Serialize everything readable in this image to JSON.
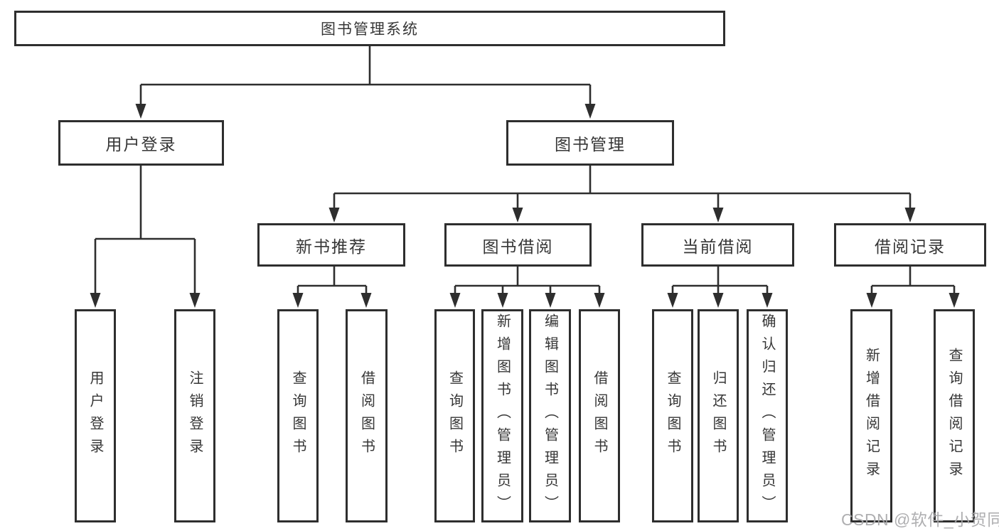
{
  "diagram_title": "图书管理系统",
  "nodes": {
    "root": "图书管理系统",
    "user_login": "用户登录",
    "book_mgmt": "图书管理",
    "new_book_recommend": "新书推荐",
    "book_borrow": "图书借阅",
    "current_borrow": "当前借阅",
    "borrow_records": "借阅记录",
    "ul_user_login": "用户登录",
    "ul_logout": "注销登录",
    "nb_query_books": "查询图书",
    "nb_borrow_books": "借阅图书",
    "bb_query_books": "查询图书",
    "bb_add_books": "新增图书（管理员）",
    "bb_edit_books": "编辑图书（管理员）",
    "bb_borrow_books": "借阅图书",
    "cb_query_books": "查询图书",
    "cb_return_books": "归还图书",
    "cb_confirm_return": "确认归还（管理员）",
    "br_add_record": "新增借阅记录",
    "br_query_record": "查询借阅记录"
  },
  "hierarchy": {
    "图书管理系统": [
      "用户登录",
      "图书管理"
    ],
    "用户登录": [
      "用户登录",
      "注销登录"
    ],
    "图书管理": [
      "新书推荐",
      "图书借阅",
      "当前借阅",
      "借阅记录"
    ],
    "新书推荐": [
      "查询图书",
      "借阅图书"
    ],
    "图书借阅": [
      "查询图书",
      "新增图书（管理员）",
      "编辑图书（管理员）",
      "借阅图书"
    ],
    "当前借阅": [
      "查询图书",
      "归还图书",
      "确认归还（管理员）"
    ],
    "借阅记录": [
      "新增借阅记录",
      "查询借阅记录"
    ]
  },
  "watermark": "CSDN @软件_小贺同学",
  "colors": {
    "line": "#2E2E2E",
    "text": "#363636",
    "box_background": "#FFFFFF",
    "page_background": "#FFFFFF",
    "watermark": "#A8A8AA"
  }
}
